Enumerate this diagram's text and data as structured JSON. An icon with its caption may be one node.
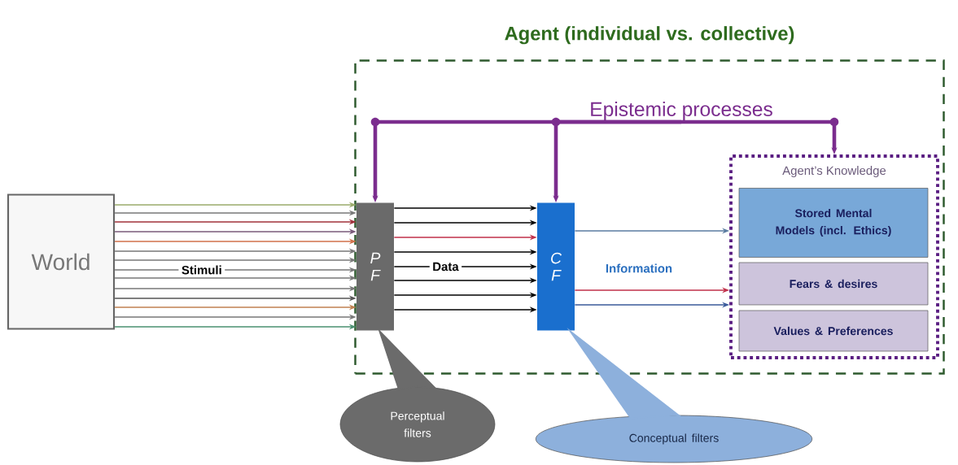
{
  "diagram": {
    "nodes": [
      {
        "text": [
          "Agent (individual vs. collective)"
        ]
      },
      {
        "text": [
          "Epistemic processes"
        ],
        "in": 0
      },
      {
        "text": [
          "World"
        ]
      },
      {
        "text": [
          "P F"
        ],
        "in": 0
      },
      {
        "text": [
          "C F"
        ],
        "in": 0
      },
      {
        "text": [
          "Agent’s Knowledge"
        ],
        "in": 0
      },
      {
        "text": [
          "Stored Mental Models (incl. Ethics)"
        ],
        "in": 5
      },
      {
        "text": [
          "Fears & desires"
        ],
        "in": 5
      },
      {
        "text": [
          "Values & Preferences"
        ],
        "in": 5
      },
      {
        "text": [
          "Perceptual filters"
        ]
      },
      {
        "text": [
          "Conceptual filters"
        ]
      }
    ],
    "edges": [
      {
        "from": 2,
        "to": 3,
        "arrow": "to",
        "color": "#9aab6a"
      },
      {
        "from": 2,
        "to": 3,
        "arrow": "to"
      },
      {
        "from": 2,
        "to": 3,
        "arrow": "to",
        "color": "#a0303a"
      },
      {
        "from": 2,
        "to": 3,
        "arrow": "to",
        "color": "#7a5a7a"
      },
      {
        "from": 2,
        "to": 3,
        "arrow": "to",
        "color": "#d0704a"
      },
      {
        "from": 2,
        "to": 3,
        "arrow": "to"
      },
      {
        "from": 2,
        "to": 3,
        "arrow": "to"
      },
      {
        "from": 2,
        "to": 3,
        "arrow": "to",
        "label": "Stimuli"
      },
      {
        "from": 2,
        "to": 3,
        "arrow": "to"
      },
      {
        "from": 2,
        "to": 3,
        "arrow": "to"
      },
      {
        "from": 2,
        "to": 3,
        "arrow": "to",
        "color": "#555555"
      },
      {
        "from": 2,
        "to": 3,
        "arrow": "to",
        "color": "#c08050"
      },
      {
        "from": 2,
        "to": 3,
        "arrow": "to"
      },
      {
        "from": 2,
        "to": 3,
        "arrow": "to",
        "color": "#4a9070"
      },
      {
        "from": 3,
        "to": 4,
        "arrow": "to",
        "color": "#000000"
      },
      {
        "from": 3,
        "to": 4,
        "arrow": "to",
        "color": "#000000"
      },
      {
        "from": 3,
        "to": 4,
        "arrow": "to",
        "color": "#c0304a"
      },
      {
        "from": 3,
        "to": 4,
        "arrow": "to",
        "color": "#000000"
      },
      {
        "from": 3,
        "to": 4,
        "arrow": "to",
        "color": "#000000",
        "label": "Data"
      },
      {
        "from": 3,
        "to": 4,
        "arrow": "to",
        "color": "#000000"
      },
      {
        "from": 3,
        "to": 4,
        "arrow": "to",
        "color": "#000000"
      },
      {
        "from": 3,
        "to": 4,
        "arrow": "to",
        "color": "#000000"
      },
      {
        "from": 4,
        "to": 5,
        "arrow": "to",
        "color": "#5a7ba0"
      },
      {
        "from": 4,
        "to": 5,
        "arrow": "to",
        "color": "#c0304a"
      },
      {
        "from": 4,
        "to": 5,
        "arrow": "to",
        "color": "#3a5a9a"
      },
      {
        "from": 1,
        "to": 3,
        "arrow": "to",
        "style": "thick",
        "color": "#7b2d8e"
      },
      {
        "from": 1,
        "to": 4,
        "arrow": "to",
        "style": "thick",
        "color": "#7b2d8e"
      },
      {
        "from": 1,
        "to": 5,
        "arrow": "to",
        "style": "thick",
        "color": "#7b2d8e"
      },
      {
        "from": 9,
        "to": 3,
        "arrow": "none",
        "color": "#6b6b6b"
      },
      {
        "from": 10,
        "to": 4,
        "arrow": "none",
        "color": "#8db0dc"
      }
    ],
    "labels": [
      "Information"
    ]
  }
}
